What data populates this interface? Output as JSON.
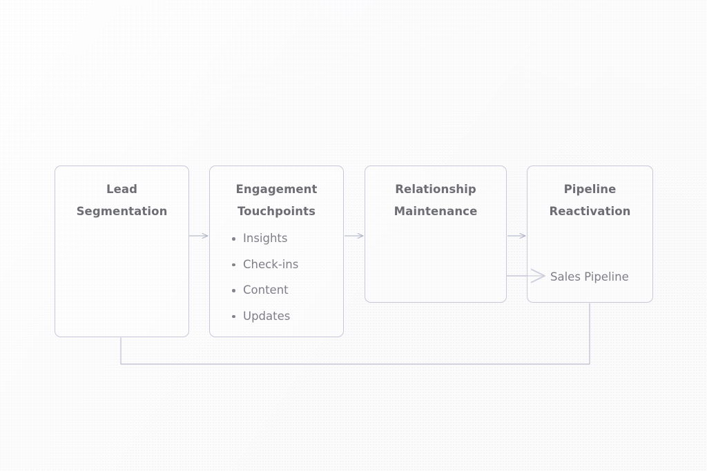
{
  "diagram": {
    "type": "flowchart",
    "orientation": "left-to-right",
    "background_color": "#fbfbfc",
    "border_color": "#c6c8d7",
    "title_color": "#6d6d74",
    "body_color": "#7e7e87",
    "connector_color": "#b9bccd",
    "nodes": [
      {
        "id": "lead-segmentation",
        "title": "Lead\nSegmentation",
        "items": []
      },
      {
        "id": "engagement-touchpoints",
        "title": "Engagement\nTouchpoints",
        "items": [
          "Insights",
          "Check-ins",
          "Content",
          "Updates"
        ]
      },
      {
        "id": "relationship-maintenance",
        "title": "Relationship\nMaintenance",
        "items": []
      },
      {
        "id": "pipeline-reactivation",
        "title": "Pipeline\nReactivation",
        "items": []
      }
    ],
    "edges": [
      {
        "id": "edge-1",
        "from": "lead-segmentation",
        "to": "engagement-touchpoints",
        "label": ""
      },
      {
        "id": "edge-2",
        "from": "engagement-touchpoints",
        "to": "relationship-maintenance",
        "label": ""
      },
      {
        "id": "edge-3",
        "from": "relationship-maintenance",
        "to": "pipeline-reactivation",
        "label": ""
      },
      {
        "id": "edge-4",
        "from": "relationship-maintenance",
        "to": "pipeline-reactivation",
        "label": "Sales Pipeline"
      },
      {
        "id": "edge-feedback",
        "from": "pipeline-reactivation",
        "to": "lead-segmentation",
        "label": ""
      }
    ]
  }
}
